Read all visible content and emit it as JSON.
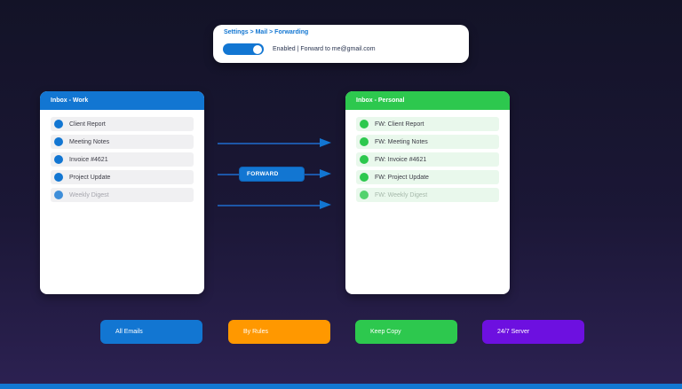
{
  "colors": {
    "accent_blue": "#1276d2",
    "accent_green": "#2dc84e",
    "accent_orange": "#ff9800",
    "accent_purple": "#6d10e0",
    "background_top": "#131327",
    "background_bottom": "#2c2152",
    "bottom_bar": "#1278d2"
  },
  "settings_card": {
    "breadcrumb": "Settings > Mail > Forwarding",
    "toggle_state": "on",
    "status_text": "Enabled | Forward to me@gmail.com"
  },
  "work_inbox": {
    "title": "Inbox - Work",
    "emails": [
      {
        "label": "Client Report"
      },
      {
        "label": "Meeting Notes"
      },
      {
        "label": "Invoice #4621"
      },
      {
        "label": "Project Update"
      },
      {
        "label": "Weekly Digest"
      }
    ]
  },
  "personal_inbox": {
    "title": "Inbox - Personal",
    "emails": [
      {
        "label": "FW: Client Report"
      },
      {
        "label": "FW: Meeting Notes"
      },
      {
        "label": "FW: Invoice #4621"
      },
      {
        "label": "FW: Project Update"
      },
      {
        "label": "FW: Weekly Digest"
      }
    ]
  },
  "flow": {
    "forward_label": "FORWARD",
    "arrow_count": 3
  },
  "footer_buttons": [
    {
      "label": "All Emails",
      "color": "#1276d2"
    },
    {
      "label": "By Rules",
      "color": "#ff9800"
    },
    {
      "label": "Keep Copy",
      "color": "#2dc84e"
    },
    {
      "label": "24/7 Server",
      "color": "#6d10e0"
    }
  ]
}
